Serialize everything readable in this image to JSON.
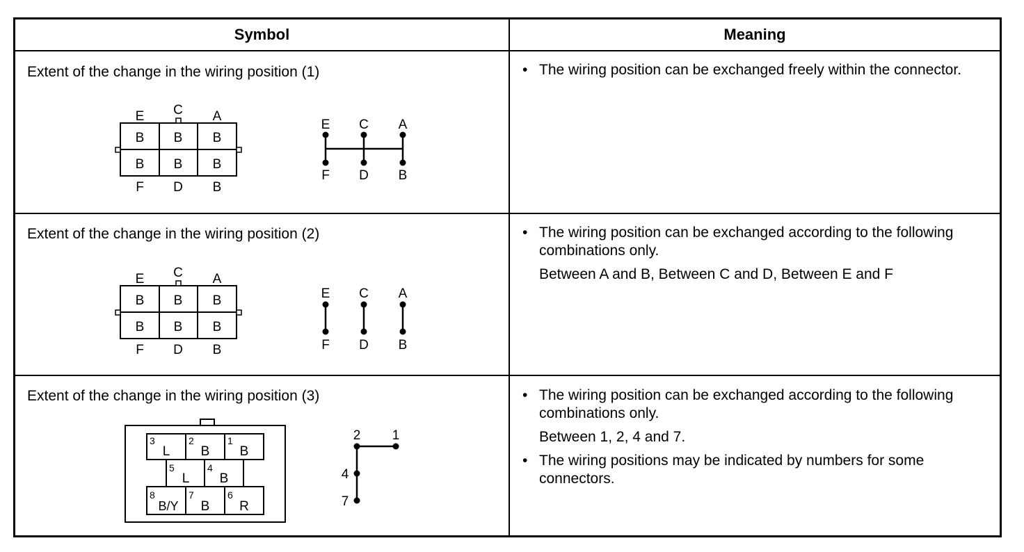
{
  "header": {
    "symbol": "Symbol",
    "meaning": "Meaning"
  },
  "rows": [
    {
      "title": "Extent of the change in the wiring position (1)",
      "meaning": {
        "bullets": [
          "The wiring position can be exchanged freely within the connector."
        ]
      },
      "connector": {
        "top_labels": [
          "E",
          "C",
          "A"
        ],
        "bottom_labels": [
          "F",
          "D",
          "B"
        ],
        "cells_top": [
          "B",
          "B",
          "B"
        ],
        "cells_bottom": [
          "B",
          "B",
          "B"
        ]
      },
      "diagram": {
        "top": [
          "E",
          "C",
          "A"
        ],
        "bottom": [
          "F",
          "D",
          "B"
        ]
      }
    },
    {
      "title": "Extent of the change in the wiring position (2)",
      "meaning": {
        "bullets": [
          "The wiring position can be exchanged according to the following combinations only."
        ],
        "note": "Between A and B, Between C and D, Between E and F"
      },
      "connector": {
        "top_labels": [
          "E",
          "C",
          "A"
        ],
        "bottom_labels": [
          "F",
          "D",
          "B"
        ],
        "cells_top": [
          "B",
          "B",
          "B"
        ],
        "cells_bottom": [
          "B",
          "B",
          "B"
        ]
      },
      "diagram": {
        "top": [
          "E",
          "C",
          "A"
        ],
        "bottom": [
          "F",
          "D",
          "B"
        ]
      }
    },
    {
      "title": "Extent of the change in the wiring position (3)",
      "meaning": {
        "bullets": [
          "The wiring position can be exchanged according to the following combinations only.",
          "The wiring positions may be indicated by numbers for some connectors."
        ],
        "note": "Between 1, 2, 4 and 7."
      },
      "connector": {
        "row1": [
          {
            "num": "3",
            "color": "L"
          },
          {
            "num": "2",
            "color": "B"
          },
          {
            "num": "1",
            "color": "B"
          }
        ],
        "row2": [
          {
            "num": "5",
            "color": "L"
          },
          {
            "num": "4",
            "color": "B"
          }
        ],
        "row3": [
          {
            "num": "8",
            "color": "B/Y"
          },
          {
            "num": "7",
            "color": "B"
          },
          {
            "num": "6",
            "color": "R"
          }
        ]
      },
      "diagram": {
        "points": [
          "2",
          "1",
          "4",
          "7"
        ]
      }
    }
  ]
}
